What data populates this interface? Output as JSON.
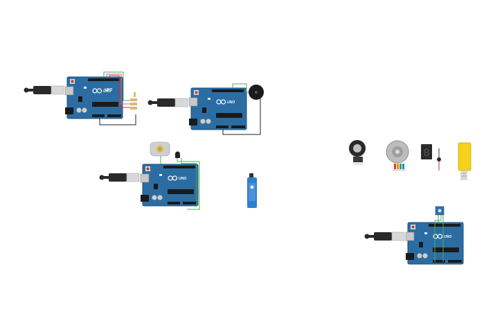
{
  "workspace": {
    "boards": [
      {
        "id": "uno-1",
        "label": "UNO"
      },
      {
        "id": "uno-2",
        "label": "UNO"
      },
      {
        "id": "uno-3",
        "label": "UNO"
      },
      {
        "id": "uno-4",
        "label": "UNO"
      }
    ],
    "seven_segment": {
      "digit": "8"
    },
    "colors": {
      "board": "#2b6da3",
      "board_dark": "#1e4f7a",
      "wire_green": "#4caf50",
      "wire_black": "#222222",
      "usb_cable": "#2a2a2a",
      "usb_plug": "#d8d8d8",
      "buzzer": "#1b1b1b",
      "motor_yellow": "#f2d21b",
      "servo_blue": "#2f7fd0"
    }
  }
}
